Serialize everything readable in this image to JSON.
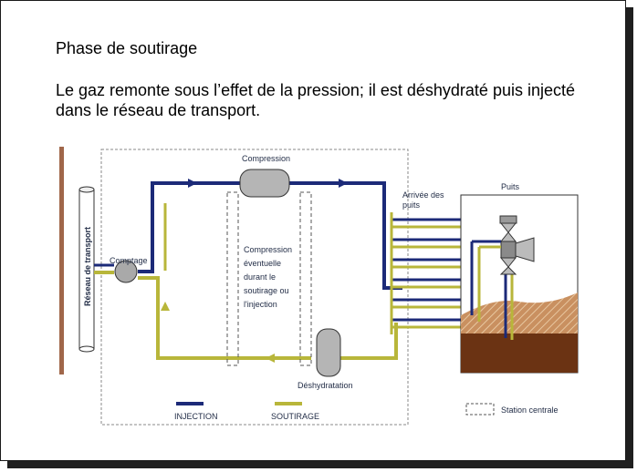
{
  "slide": {
    "title": "Phase de soutirage",
    "body": "Le gaz remonte sous l’effet de la pression; il est déshydraté puis injecté dans le réseau de transport."
  },
  "diagram": {
    "network_label": "Réseau de transport",
    "comptage_label": "Comptage",
    "compression_label": "Compression",
    "compression_note": [
      "Compression",
      "éventuelle",
      "durant le",
      "soutirage ou",
      "l'injection"
    ],
    "dehydration_label": "Déshydratation",
    "arrivals_label": [
      "Arrivée des",
      "puits"
    ],
    "wells_label": "Puits",
    "legend": {
      "injection": "INJECTION",
      "soutirage": "SOUTIRAGE",
      "station": "Station centrale"
    },
    "colors": {
      "injection": "#1c2a78",
      "soutirage": "#b8b63a",
      "ground": "#7a3f1c",
      "pipe_network": "#a0674a"
    }
  }
}
